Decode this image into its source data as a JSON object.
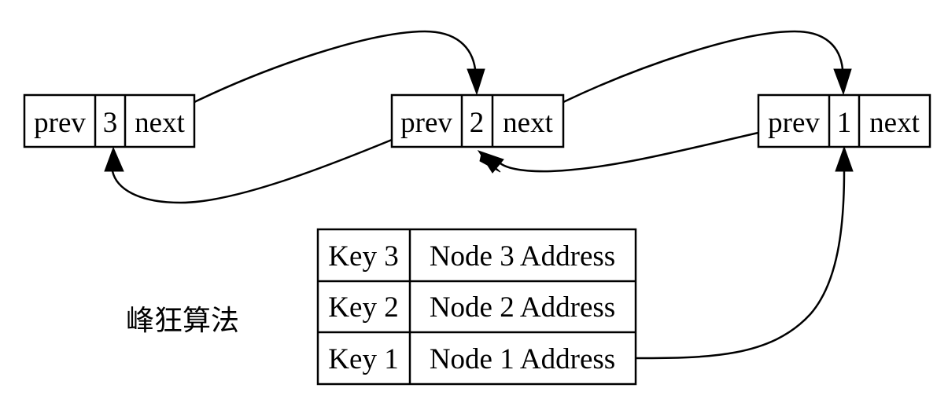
{
  "nodes": [
    {
      "prev": "prev",
      "value": "3",
      "next": "next"
    },
    {
      "prev": "prev",
      "value": "2",
      "next": "next"
    },
    {
      "prev": "prev",
      "value": "1",
      "next": "next"
    }
  ],
  "map": {
    "rows": [
      {
        "key": "Key 3",
        "address": "Node 3 Address"
      },
      {
        "key": "Key 2",
        "address": "Node 2 Address"
      },
      {
        "key": "Key 1",
        "address": "Node 1 Address"
      }
    ]
  },
  "watermark": "峰狂算法"
}
